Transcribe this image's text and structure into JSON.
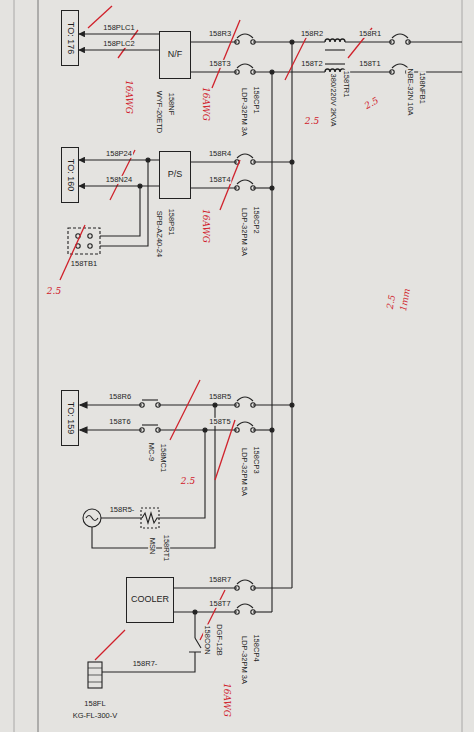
{
  "diagram": {
    "nodes": [
      {
        "text": [
          "TO: 176"
        ]
      },
      {
        "text": [
          "N/F"
        ]
      },
      {
        "text": [
          "P/S"
        ]
      },
      {
        "text": [
          "TO: 160"
        ]
      },
      {
        "text": [
          "TO: 159"
        ]
      },
      {
        "text": [
          "COOLER"
        ]
      }
    ],
    "edges": [
      {
        "from": 1,
        "to": 0,
        "arrow": "to",
        "label": "158PLC1"
      },
      {
        "from": 1,
        "to": 0,
        "arrow": "to",
        "label": "158PLC2"
      },
      {
        "from": 2,
        "to": 3,
        "arrow": "to",
        "label": "158P24"
      },
      {
        "from": 2,
        "to": 3,
        "arrow": "to",
        "label": "158N24"
      }
    ],
    "labels": [
      "158R1",
      "158T1",
      "158NFB1",
      "NBE-32N 10A",
      "158TR1",
      "380/220V 2KVA",
      "158R2",
      "158T2",
      "158R3",
      "158T3",
      "158CP1",
      "LDP-32PM 3A",
      "158NF",
      "WYF-20ETD",
      "158R4",
      "158T4",
      "158CP2",
      "LDP-32PM 3A",
      "158PS1",
      "SPB-AZ40-24",
      "158TB1",
      "158R5",
      "158T5",
      "158CP3",
      "LDP-32PM 5A",
      "158R6",
      "158T6",
      "158MC1",
      "MC-9",
      "158RT1",
      "MSN",
      "158R5-",
      "158R7",
      "158T7",
      "158CP4",
      "LDP-32PM 3A",
      "158CON",
      "DGF-12B",
      "158R7-",
      "158FL",
      "KG-FL-300-V",
      "16AWG",
      "16AWG",
      "2.5",
      "2.5",
      "16AWG",
      "2.5",
      "1mm",
      "2.5",
      "2.5",
      "16AWG"
    ]
  }
}
